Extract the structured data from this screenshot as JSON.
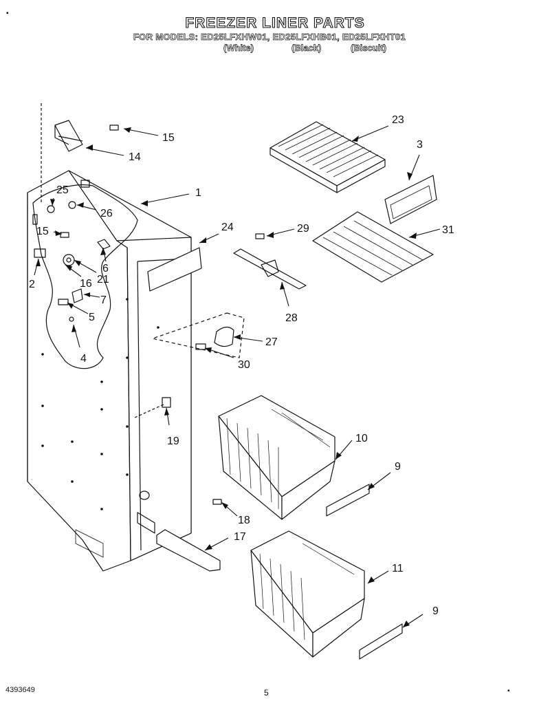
{
  "header": {
    "title": "FREEZER LINER PARTS",
    "models_line": "FOR MODELS: ED25LFXHW01, ED25LFXHB01, ED25LFXHT01",
    "variants": [
      "(White)",
      "(Black)",
      "(Biscuit)"
    ]
  },
  "callouts": [
    "23",
    "3",
    "15",
    "14",
    "1",
    "25",
    "26",
    "24",
    "29",
    "31",
    "15",
    "6",
    "2",
    "16",
    "21",
    "7",
    "5",
    "28",
    "4",
    "27",
    "30",
    "19",
    "10",
    "9",
    "18",
    "17",
    "11",
    "9"
  ],
  "footer": {
    "document_number": "4393649",
    "page_number": "5"
  }
}
